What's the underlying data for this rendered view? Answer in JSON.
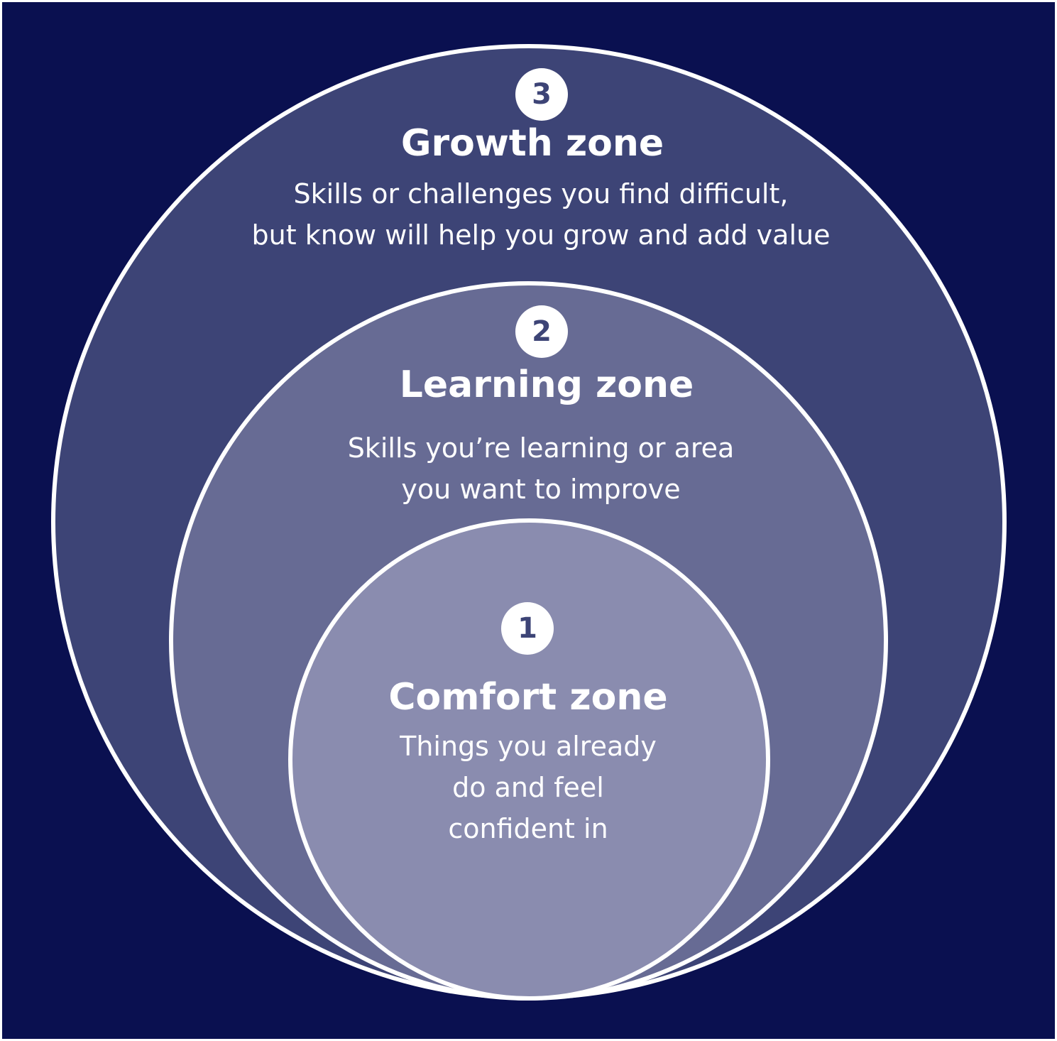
{
  "colors": {
    "background": "#0a1050",
    "growth_fill": "#3d4476",
    "learning_fill": "#676b94",
    "comfort_fill": "#8a8caf",
    "ring_stroke": "#ffffff"
  },
  "zones": [
    {
      "number": "3",
      "title": "Growth zone",
      "lines": [
        "Skills or challenges you find difficult,",
        "but know will help you grow and add value"
      ]
    },
    {
      "number": "2",
      "title": "Learning zone",
      "lines": [
        "Skills you’re learning or area",
        "you want to improve"
      ]
    },
    {
      "number": "1",
      "title": "Comfort zone",
      "lines": [
        "Things you already",
        "do and feel",
        "confident in"
      ]
    }
  ]
}
